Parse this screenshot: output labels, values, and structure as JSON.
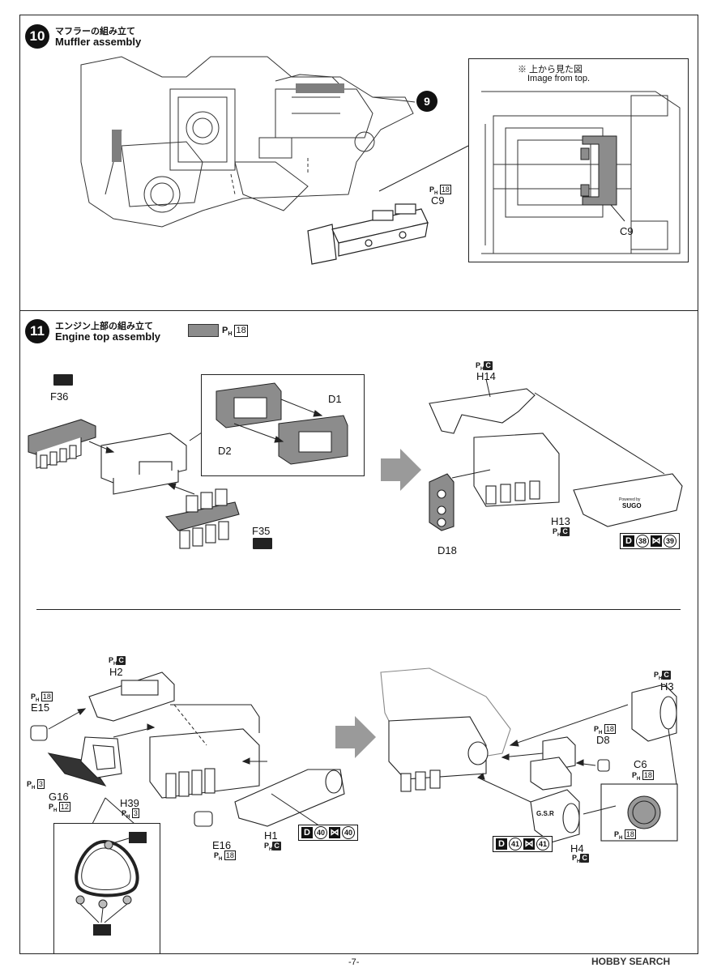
{
  "step10": {
    "number": "10",
    "title_jp": "マフラーの組み立て",
    "title_en": "Muffler assembly",
    "ref_step": "9",
    "part_c9": "C9",
    "part_c9_inset": "C9",
    "pack_c9": "18",
    "inset_note_jp": "※ 上から見た図",
    "inset_note_en": "Image from top."
  },
  "step11": {
    "number": "11",
    "title_jp": "エンジン上部の組み立て",
    "title_en": "Engine top assembly",
    "color_key_pack": "18",
    "parts": {
      "F36": "F36",
      "D1": "D1",
      "D2": "D2",
      "F35": "F35",
      "H14": "H14",
      "H13": "H13",
      "D18": "D18"
    },
    "packs": {
      "H14": "C",
      "H13": "C"
    },
    "decal_seq": {
      "d": "D",
      "d_num": "38",
      "x_num": "39"
    },
    "logo_text_small": "Powered by",
    "logo_text": "SUGO"
  },
  "lower": {
    "parts": {
      "H2": "H2",
      "E15": "E15",
      "G16": "G16",
      "H39": "H39",
      "E16": "E16",
      "H1": "H1",
      "H3": "H3",
      "D8": "D8",
      "C6": "C6",
      "H4": "H4"
    },
    "packs": {
      "H2": "C",
      "E15": "18",
      "G16_a": "3",
      "G16_b": "12",
      "H39": "3",
      "E16": "18",
      "H1": "C",
      "H3": "C",
      "D8": "18",
      "C6": "18",
      "H4": "C",
      "grille": "18"
    },
    "decal_h1": {
      "d": "D",
      "d_num": "40",
      "x_num": "40"
    },
    "decal_h4": {
      "d": "D",
      "d_num": "41",
      "x_num": "41"
    },
    "gsr_text": "G.S.R"
  },
  "footer": {
    "page": "-7-",
    "watermark": "HOBBY SEARCH"
  },
  "colors": {
    "fill_gray": "#8c8c8c",
    "line": "#222222"
  }
}
